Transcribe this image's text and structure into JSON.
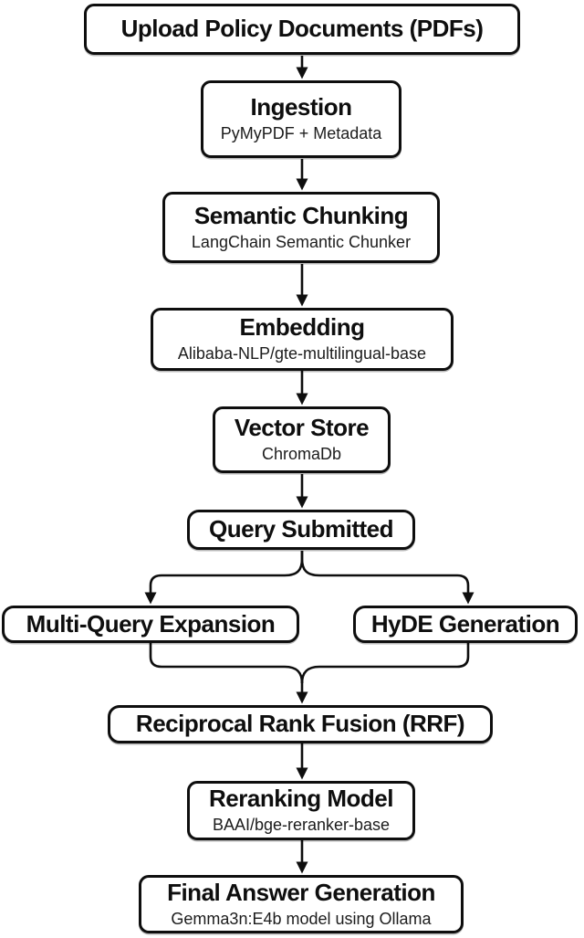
{
  "diagram": {
    "title_implicit": "RAG pipeline flowchart",
    "colors": {
      "background": "#ffffff",
      "border": "#0e0e0e",
      "text": "#0e0e0e",
      "connector": "#0e0e0e"
    },
    "nodes": [
      {
        "id": "upload",
        "title": "Upload Policy Documents (PDFs)",
        "subtitle": ""
      },
      {
        "id": "ingestion",
        "title": "Ingestion",
        "subtitle": "PyMyPDF + Metadata"
      },
      {
        "id": "chunking",
        "title": "Semantic Chunking",
        "subtitle": "LangChain Semantic Chunker"
      },
      {
        "id": "embedding",
        "title": "Embedding",
        "subtitle": "Alibaba-NLP/gte-multilingual-base"
      },
      {
        "id": "vectorstore",
        "title": "Vector Store",
        "subtitle": "ChromaDb"
      },
      {
        "id": "query",
        "title": "Query Submitted",
        "subtitle": ""
      },
      {
        "id": "multiquery",
        "title": "Multi-Query Expansion",
        "subtitle": ""
      },
      {
        "id": "hyde",
        "title": "HyDE Generation",
        "subtitle": ""
      },
      {
        "id": "rrf",
        "title": "Reciprocal Rank Fusion (RRF)",
        "subtitle": ""
      },
      {
        "id": "reranking",
        "title": "Reranking Model",
        "subtitle": "BAAI/bge-reranker-base"
      },
      {
        "id": "final",
        "title": "Final Answer Generation",
        "subtitle": "Gemma3n:E4b model using Ollama"
      }
    ],
    "edges": [
      {
        "from": "upload",
        "to": "ingestion"
      },
      {
        "from": "ingestion",
        "to": "chunking"
      },
      {
        "from": "chunking",
        "to": "embedding"
      },
      {
        "from": "embedding",
        "to": "vectorstore"
      },
      {
        "from": "vectorstore",
        "to": "query"
      },
      {
        "from": "query",
        "to": "multiquery"
      },
      {
        "from": "query",
        "to": "hyde"
      },
      {
        "from": "multiquery",
        "to": "rrf"
      },
      {
        "from": "hyde",
        "to": "rrf"
      },
      {
        "from": "rrf",
        "to": "reranking"
      },
      {
        "from": "reranking",
        "to": "final"
      }
    ]
  }
}
